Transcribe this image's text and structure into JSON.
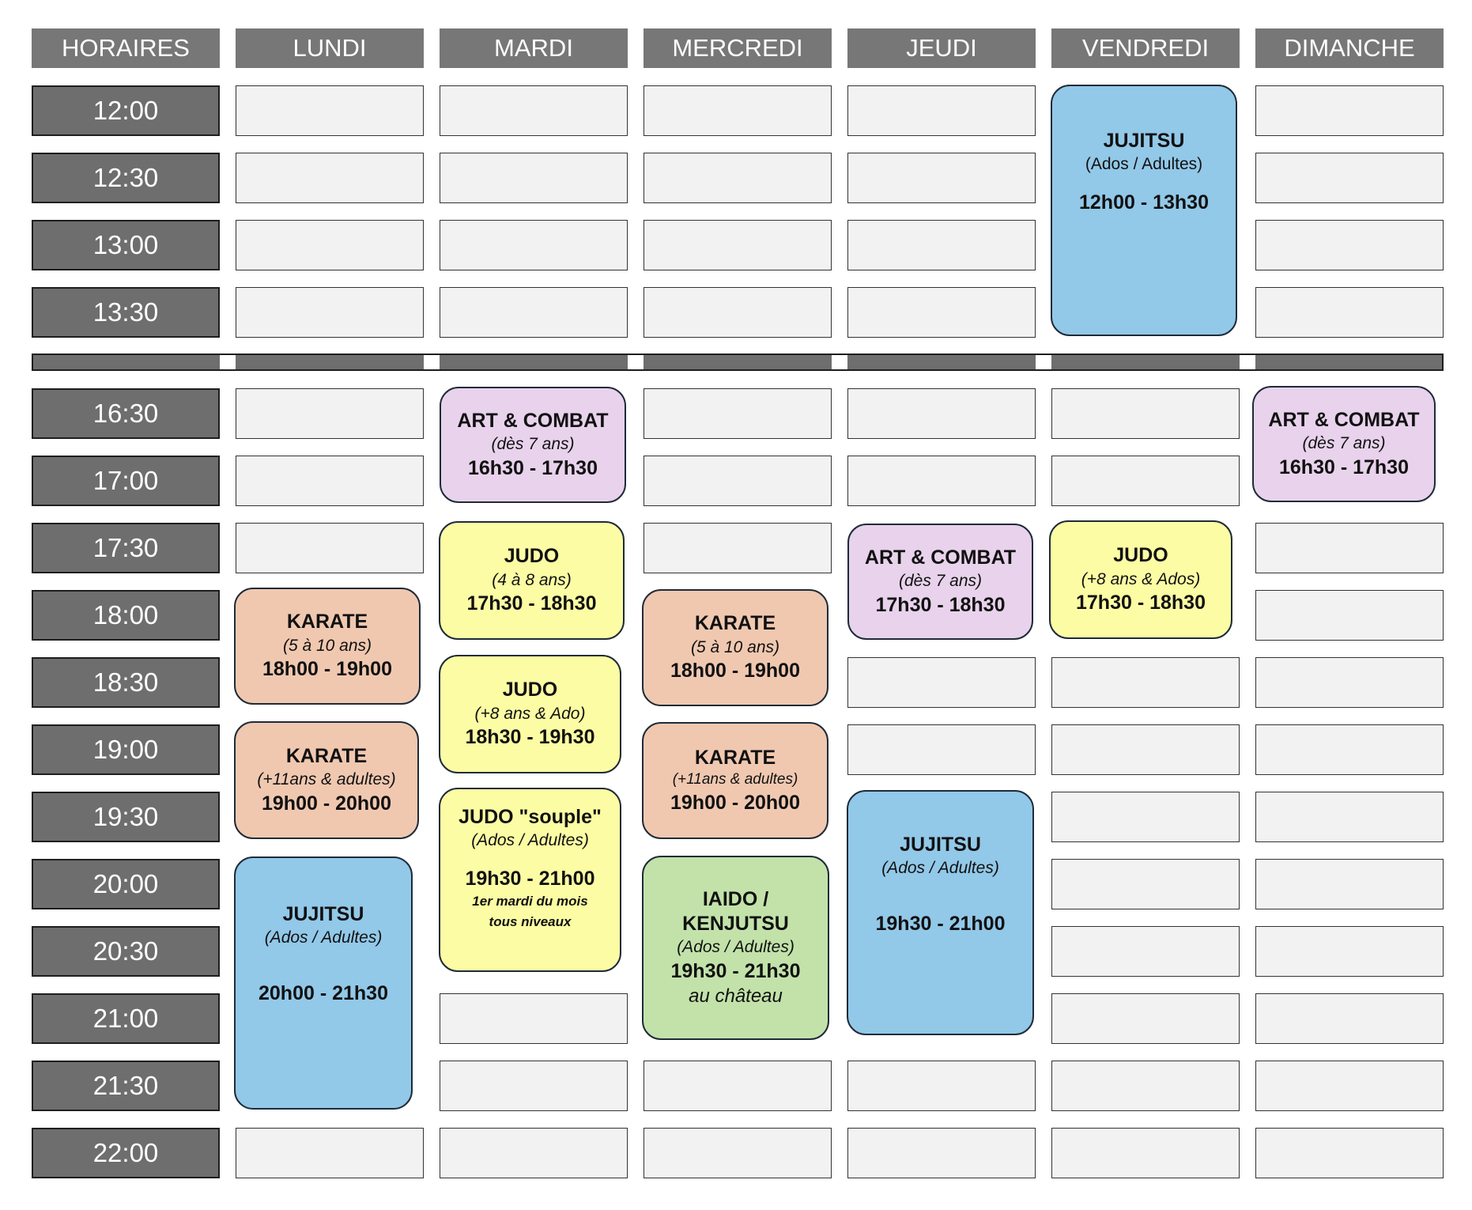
{
  "header": {
    "corner": "HORAIRES",
    "days": [
      "LUNDI",
      "MARDI",
      "MERCREDI",
      "JEUDI",
      "VENDREDI",
      "DIMANCHE"
    ]
  },
  "times_midday": [
    "12:00",
    "12:30",
    "13:00",
    "13:30"
  ],
  "times_evening": [
    "16:30",
    "17:00",
    "17:30",
    "18:00",
    "18:30",
    "19:00",
    "19:30",
    "20:00",
    "20:30",
    "21:00",
    "21:30",
    "22:00"
  ],
  "colors": {
    "header": "#777777",
    "time_cell": "#6e6e6e",
    "empty_cell": "#f2f2f2",
    "jujitsu": "#92c8e8",
    "art_combat": "#e8d2ec",
    "judo": "#fcfca4",
    "karate": "#f0c8b0",
    "iaido": "#c2e2aa"
  },
  "events": [
    {
      "id": "fri-jujitsu",
      "day": "VENDREDI",
      "title": "JUJITSU",
      "sub": "(Ados / Adultes)",
      "hours": "12h00 - 13h30",
      "color": "jujitsu"
    },
    {
      "id": "tue-art",
      "day": "MARDI",
      "title": "ART & COMBAT",
      "sub": "(dès 7 ans)",
      "hours": "16h30 - 17h30",
      "color": "art_combat"
    },
    {
      "id": "sun-art",
      "day": "DIMANCHE",
      "title": "ART & COMBAT",
      "sub": "(dès 7 ans)",
      "hours": "16h30 - 17h30",
      "color": "art_combat"
    },
    {
      "id": "tue-judo-1",
      "day": "MARDI",
      "title": "JUDO",
      "sub": "(4 à 8 ans)",
      "hours": "17h30 - 18h30",
      "color": "judo"
    },
    {
      "id": "thu-art",
      "day": "JEUDI",
      "title": "ART & COMBAT",
      "sub": "(dès 7 ans)",
      "hours": "17h30 - 18h30",
      "color": "art_combat"
    },
    {
      "id": "fri-judo",
      "day": "VENDREDI",
      "title": "JUDO",
      "sub": "(+8 ans & Ados)",
      "hours": "17h30 - 18h30",
      "color": "judo"
    },
    {
      "id": "mon-karate-1",
      "day": "LUNDI",
      "title": "KARATE",
      "sub": "(5 à 10 ans)",
      "hours": "18h00 - 19h00",
      "color": "karate"
    },
    {
      "id": "wed-karate-1",
      "day": "MERCREDI",
      "title": "KARATE",
      "sub": "(5 à 10 ans)",
      "hours": "18h00 - 19h00",
      "color": "karate"
    },
    {
      "id": "tue-judo-2",
      "day": "MARDI",
      "title": "JUDO",
      "sub": "(+8 ans & Ado)",
      "hours": "18h30 - 19h30",
      "color": "judo"
    },
    {
      "id": "mon-karate-2",
      "day": "LUNDI",
      "title": "KARATE",
      "sub": "(+11ans & adultes)",
      "hours": "19h00 - 20h00",
      "color": "karate"
    },
    {
      "id": "wed-karate-2",
      "day": "MERCREDI",
      "title": "KARATE",
      "sub": "(+11ans & adultes)",
      "hours": "19h00 - 20h00",
      "color": "karate"
    },
    {
      "id": "tue-judo-souple",
      "day": "MARDI",
      "title": "JUDO \"souple\"",
      "sub": "(Ados / Adultes)",
      "hours": "19h30 - 21h00",
      "note1": "1er mardi du mois",
      "note2": "tous niveaux",
      "color": "judo"
    },
    {
      "id": "thu-jujitsu",
      "day": "JEUDI",
      "title": "JUJITSU",
      "sub": "(Ados / Adultes)",
      "hours": "19h30 - 21h00",
      "color": "jujitsu"
    },
    {
      "id": "mon-jujitsu",
      "day": "LUNDI",
      "title": "JUJITSU",
      "sub": "(Ados / Adultes)",
      "hours": "20h00 - 21h30",
      "color": "jujitsu"
    },
    {
      "id": "wed-iaido",
      "day": "MERCREDI",
      "title1": "IAIDO /",
      "title2": "KENJUTSU",
      "sub": "(Ados / Adultes)",
      "hours": "19h30 - 21h30",
      "location": "au château",
      "color": "iaido"
    }
  ]
}
